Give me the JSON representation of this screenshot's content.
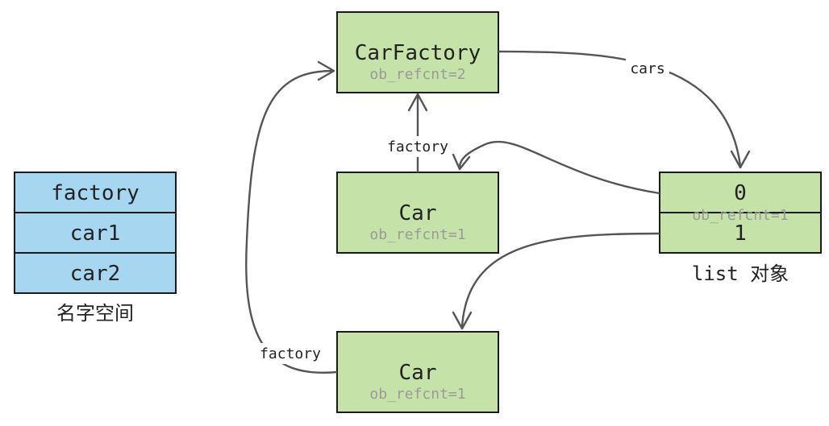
{
  "namespace": {
    "cells": [
      "factory",
      "car1",
      "car2"
    ],
    "caption": "名字空间"
  },
  "car_factory": {
    "name": "CarFactory",
    "refcount": "ob_refcnt=2"
  },
  "car1": {
    "name": "Car",
    "refcount": "ob_refcnt=1"
  },
  "car2": {
    "name": "Car",
    "refcount": "ob_refcnt=1"
  },
  "list_obj": {
    "item0": "0",
    "item1": "1",
    "refcount": "ob_refcnt=1",
    "caption": "list 对象"
  },
  "edges": {
    "cars": "cars",
    "car1_factory": "factory",
    "car2_factory": "factory"
  },
  "colors": {
    "object_fill": "#c5e3a8",
    "namespace_fill": "#a7d6f0",
    "edge": "#555555"
  }
}
